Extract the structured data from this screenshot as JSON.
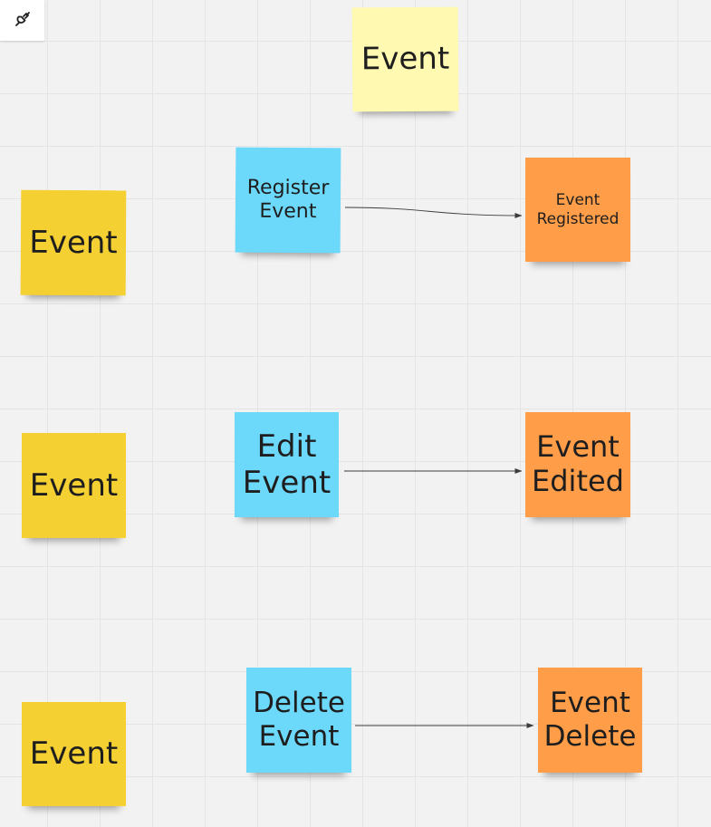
{
  "toolbar": {
    "plugin_icon": "plug-icon"
  },
  "colors": {
    "pale_yellow": "#fff9b1",
    "yellow": "#f4d033",
    "blue": "#6cd8fa",
    "orange": "#ff9d48",
    "connector": "#3c3c3c"
  },
  "notes": {
    "header_event": "Event",
    "event_row1": "Event",
    "event_row2": "Event",
    "event_row3": "Event",
    "register_command": "Register Event",
    "edit_command": "Edit Event",
    "delete_command": "Delete Event",
    "event_registered": "Event Registered",
    "event_edited": "Event Edited",
    "event_delete": "Event Delete"
  }
}
